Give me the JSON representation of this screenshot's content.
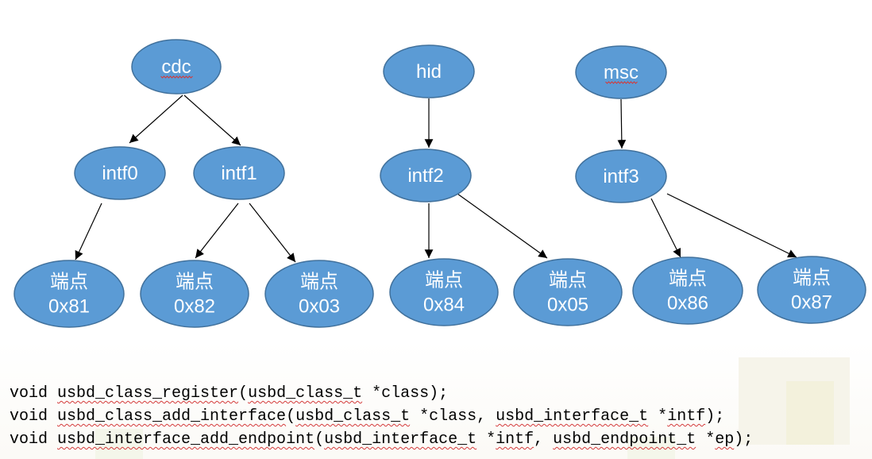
{
  "diagram": {
    "nodes": [
      {
        "id": "cdc",
        "lines": [
          "cdc"
        ],
        "underline": true
      },
      {
        "id": "hid",
        "lines": [
          "hid"
        ],
        "underline": false
      },
      {
        "id": "msc",
        "lines": [
          "msc"
        ],
        "underline": true
      },
      {
        "id": "intf0",
        "lines": [
          "intf0"
        ],
        "underline": false
      },
      {
        "id": "intf1",
        "lines": [
          "intf1"
        ],
        "underline": false
      },
      {
        "id": "intf2",
        "lines": [
          "intf2"
        ],
        "underline": false
      },
      {
        "id": "intf3",
        "lines": [
          "intf3"
        ],
        "underline": false
      },
      {
        "id": "ep81",
        "lines": [
          "端点",
          "0x81"
        ],
        "underline": false
      },
      {
        "id": "ep82",
        "lines": [
          "端点",
          "0x82"
        ],
        "underline": false
      },
      {
        "id": "ep03",
        "lines": [
          "端点",
          "0x03"
        ],
        "underline": false
      },
      {
        "id": "ep84",
        "lines": [
          "端点",
          "0x84"
        ],
        "underline": false
      },
      {
        "id": "ep05",
        "lines": [
          "端点",
          "0x05"
        ],
        "underline": false
      },
      {
        "id": "ep86",
        "lines": [
          "端点",
          "0x86"
        ],
        "underline": false
      },
      {
        "id": "ep87",
        "lines": [
          "端点",
          "0x87"
        ],
        "underline": false
      }
    ],
    "edges": [
      [
        "cdc",
        "intf0"
      ],
      [
        "cdc",
        "intf1"
      ],
      [
        "hid",
        "intf2"
      ],
      [
        "msc",
        "intf3"
      ],
      [
        "intf0",
        "ep81"
      ],
      [
        "intf1",
        "ep82"
      ],
      [
        "intf1",
        "ep03"
      ],
      [
        "intf2",
        "ep84"
      ],
      [
        "intf2",
        "ep05"
      ],
      [
        "intf3",
        "ep86"
      ],
      [
        "intf3",
        "ep87"
      ]
    ],
    "colors": {
      "node_fill": "#5b9bd5",
      "node_stroke": "#41719c",
      "node_text": "#ffffff",
      "edge": "#000000"
    }
  },
  "code": {
    "lines": [
      [
        {
          "t": "void "
        },
        {
          "t": "usbd_class_register",
          "sq": true
        },
        {
          "t": "("
        },
        {
          "t": "usbd_class_t",
          "sq": true
        },
        {
          "t": " *class);"
        }
      ],
      [
        {
          "t": "void "
        },
        {
          "t": "usbd_class_add_interface",
          "sq": true
        },
        {
          "t": "("
        },
        {
          "t": "usbd_class_t",
          "sq": true
        },
        {
          "t": " *class, "
        },
        {
          "t": "usbd_interface_t",
          "sq": true
        },
        {
          "t": " *"
        },
        {
          "t": "intf",
          "sq": true
        },
        {
          "t": ");"
        }
      ],
      [
        {
          "t": "void "
        },
        {
          "t": "usbd_interface_add_endpoint",
          "sq": true
        },
        {
          "t": "("
        },
        {
          "t": "usbd_interface_t",
          "sq": true
        },
        {
          "t": " *"
        },
        {
          "t": "intf",
          "sq": true
        },
        {
          "t": ", "
        },
        {
          "t": "usbd_endpoint_t",
          "sq": true
        },
        {
          "t": " *"
        },
        {
          "t": "ep",
          "sq": true
        },
        {
          "t": ");"
        }
      ]
    ]
  }
}
